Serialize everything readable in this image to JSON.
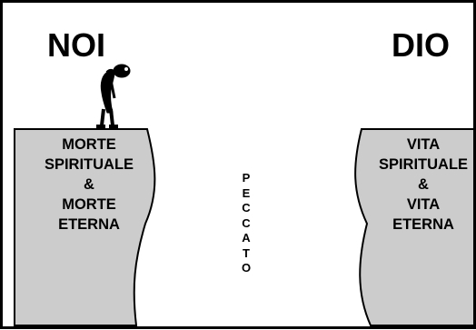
{
  "left": {
    "heading": "NOI",
    "lines": [
      "MORTE",
      "SPIRITUALE",
      "&",
      "MORTE",
      "ETERNA"
    ]
  },
  "right": {
    "heading": "DIO",
    "lines": [
      "VITA",
      "SPIRITUALE",
      "&",
      "VITA",
      "ETERNA"
    ]
  },
  "gap": {
    "letters": [
      "P",
      "E",
      "C",
      "C",
      "A",
      "T",
      "O"
    ]
  },
  "colors": {
    "cliff_fill": "#cccccc",
    "outline": "#000000",
    "background": "#ffffff"
  },
  "icons": {
    "figure": "stooped-person-icon"
  }
}
